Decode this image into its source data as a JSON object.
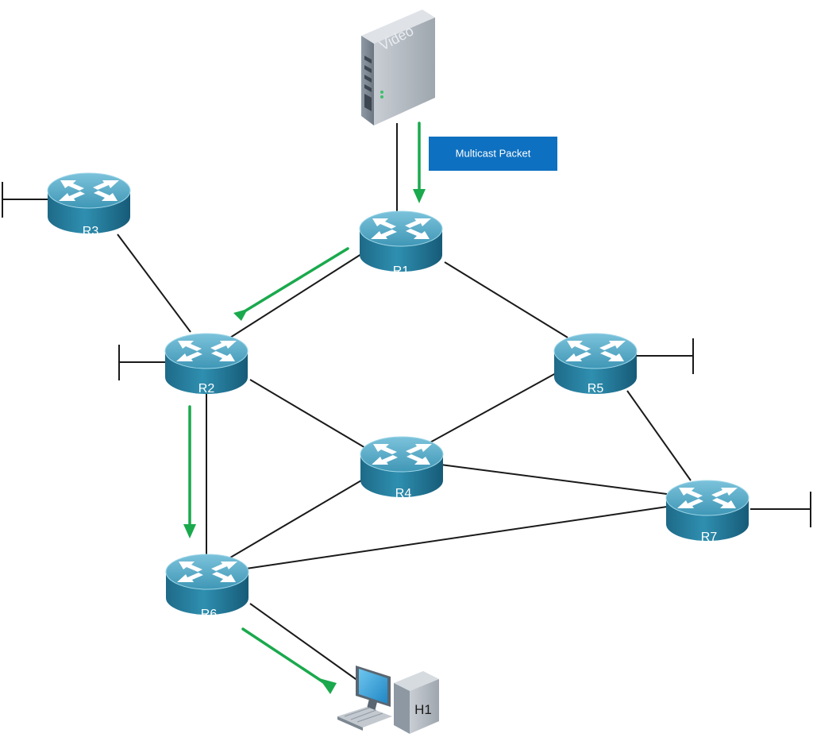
{
  "diagram": {
    "server_label": "Video",
    "callout_label": "Multicast Packet",
    "host_label": "H1",
    "routers": [
      {
        "id": "R1",
        "label": "R1"
      },
      {
        "id": "R2",
        "label": "R2"
      },
      {
        "id": "R3",
        "label": "R3"
      },
      {
        "id": "R4",
        "label": "R4"
      },
      {
        "id": "R5",
        "label": "R5"
      },
      {
        "id": "R6",
        "label": "R6"
      },
      {
        "id": "R7",
        "label": "R7"
      }
    ],
    "links": [
      [
        "Video",
        "R1"
      ],
      [
        "R1",
        "R2"
      ],
      [
        "R1",
        "R5"
      ],
      [
        "R3",
        "R2"
      ],
      [
        "R2",
        "R4"
      ],
      [
        "R2",
        "R6"
      ],
      [
        "R5",
        "R4"
      ],
      [
        "R5",
        "R7"
      ],
      [
        "R4",
        "R7"
      ],
      [
        "R4",
        "R6"
      ],
      [
        "R6",
        "R7"
      ],
      [
        "R6",
        "H1"
      ]
    ],
    "multicast_path": [
      "Video",
      "R1",
      "R2",
      "R6",
      "H1"
    ],
    "colors": {
      "router_top": "#4fa6c3",
      "router_side": "#1d6f8e",
      "link": "#1a1a1a",
      "flow_arrow": "#1aa94d",
      "callout": "#0e70c0"
    }
  }
}
